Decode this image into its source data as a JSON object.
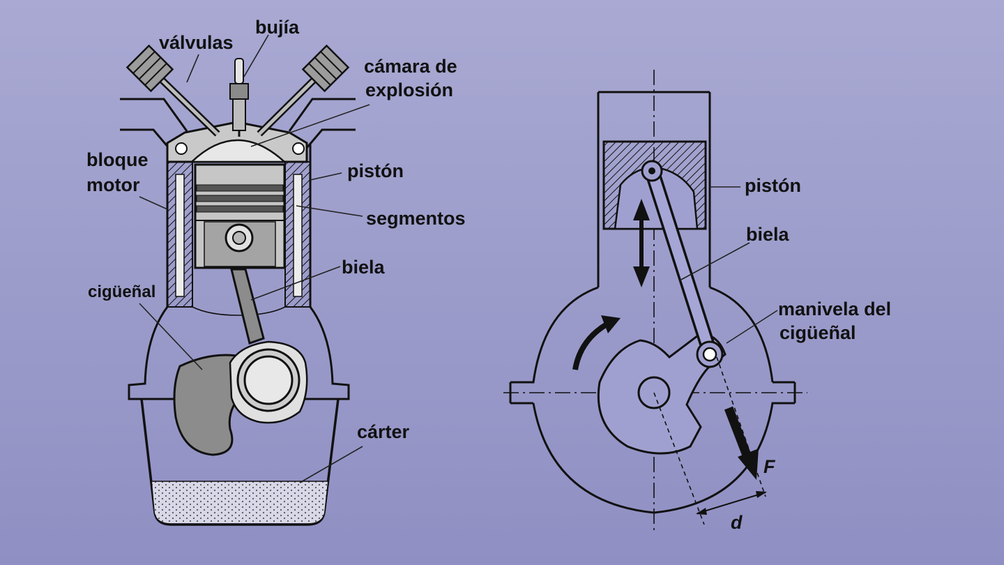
{
  "left_diagram": {
    "labels": {
      "valves": "válvulas",
      "spark_plug": "bujía",
      "chamber_line1": "cámara de",
      "chamber_line2": "explosión",
      "block_line1": "bloque",
      "block_line2": "motor",
      "piston": "pistón",
      "rings": "segmentos",
      "rod": "biela",
      "crankshaft": "cigüeñal",
      "crankcase": "cárter"
    }
  },
  "right_diagram": {
    "labels": {
      "piston": "pistón",
      "rod": "biela",
      "crank_line1": "manivela del",
      "crank_line2": "cigüeñal",
      "force": "F",
      "distance": "d"
    }
  },
  "colors": {
    "background_top": "#a9a9d3",
    "background_bottom": "#8f8fc3",
    "ink": "#111111",
    "metal_light": "#c8c8c8",
    "metal_dark": "#8a8a8a"
  }
}
